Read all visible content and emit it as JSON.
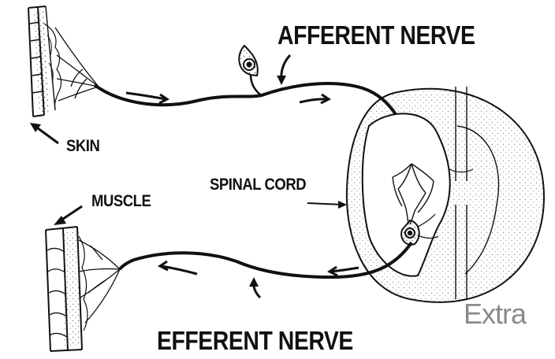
{
  "labels": {
    "afferent_nerve": "AFFERENT NERVE",
    "efferent_nerve": "EFFERENT NERVE",
    "skin": "SKIN",
    "muscle": "MUSCLE",
    "spinal_cord": "SPINAL CORD",
    "extra": "Extra"
  },
  "colors": {
    "ink": "#111111",
    "extra_text": "#8a8a8a",
    "background": "#ffffff"
  }
}
